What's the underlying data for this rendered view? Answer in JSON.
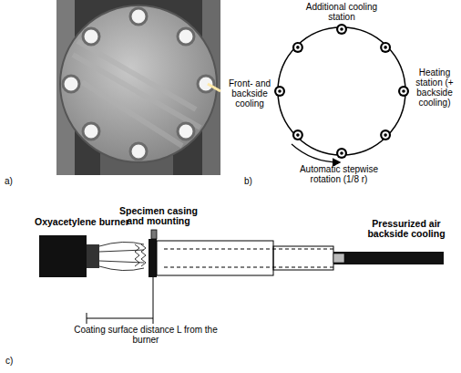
{
  "diagram": {
    "labels": [
      "a)",
      "Additional cooling station",
      "Front- and backside cooling",
      "Heating station (+ backside cooling)",
      "Automatic stepwise rotation (1/8 r)",
      "b)",
      "Oxyacetylene burner",
      "Specimen casing and mounting",
      "Pressurized air backside cooling",
      "Coating surface distance L from the burner",
      "c)"
    ]
  }
}
